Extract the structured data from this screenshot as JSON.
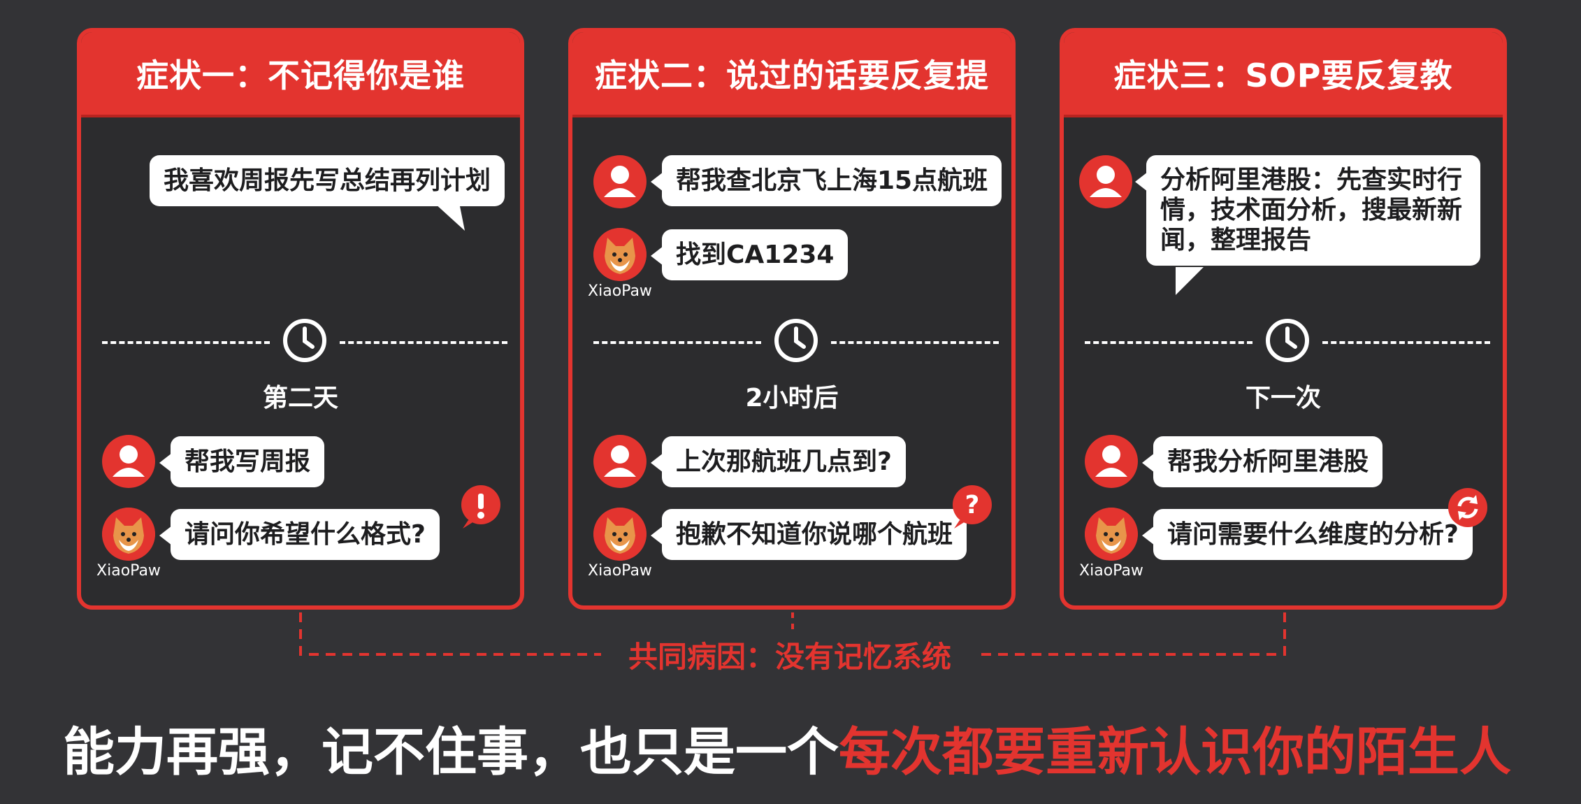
{
  "panels": [
    {
      "title": "症状一：不记得你是谁",
      "top_bubble": "我喜欢周报先写总结再列计划",
      "time_label": "第二天",
      "user_message": "帮我写周报",
      "bot_reply": "请问你希望什么格式?",
      "bot_name": "XiaoPaw",
      "badge_icon": "exclamation-icon"
    },
    {
      "title": "症状二：说过的话要反复提",
      "user_first": "帮我查北京飞上海15点航班",
      "bot_first": "找到CA1234",
      "bot_name_first": "XiaoPaw",
      "time_label": "2小时后",
      "user_message": "上次那航班几点到?",
      "bot_reply": "抱歉不知道你说哪个航班",
      "bot_name": "XiaoPaw",
      "badge_icon": "question-icon"
    },
    {
      "title": "症状三：SOP要反复教",
      "top_bubble_lines": [
        "分析阿里港股：先查实时行",
        "情，技术面分析，搜最新新",
        "闻，整理报告"
      ],
      "time_label": "下一次",
      "user_message": "帮我分析阿里港股",
      "bot_reply": "请问需要什么维度的分析?",
      "bot_name": "XiaoPaw",
      "badge_icon": "refresh-icon"
    }
  ],
  "common_cause": "共同病因：没有记忆系统",
  "conclusion": {
    "prefix": "能力再强，记不住事，也只是一个",
    "highlight": "每次都要重新认识你的陌生人"
  },
  "colors": {
    "accent": "#e3342f",
    "background": "#333336",
    "panel_bg": "#2c2c2e",
    "bubble": "#ffffff"
  }
}
